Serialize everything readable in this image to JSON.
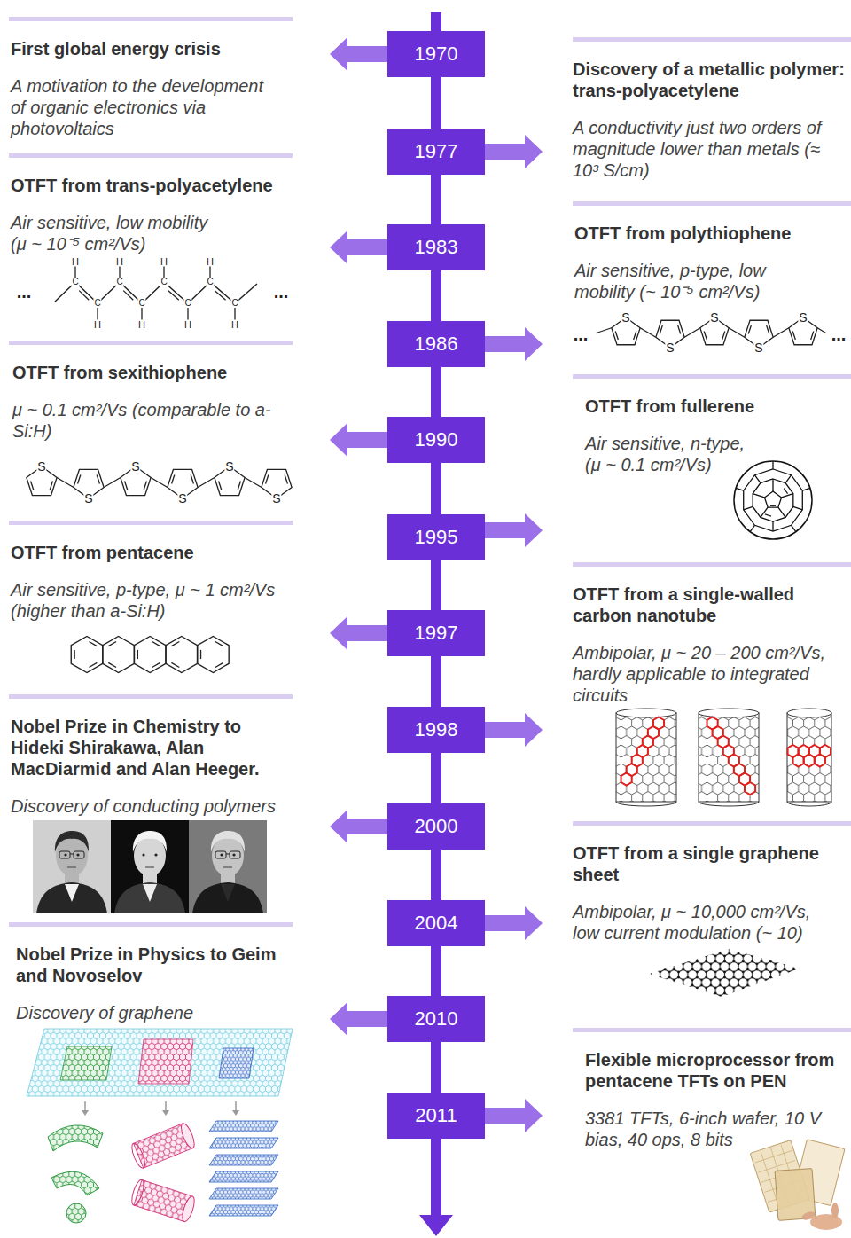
{
  "diagram": {
    "nodes": [
      {
        "text": [
          "1970"
        ]
      },
      {
        "text": [
          "First global energy crisis",
          "A motivation to the development of organic electronics via photovoltaics"
        ]
      },
      {
        "text": [
          "1977"
        ]
      },
      {
        "text": [
          "Discovery of a metallic polymer: trans-polyacetylene",
          "A conductivity just two orders of magnitude lower than metals (≈ 10³ S/cm)"
        ]
      },
      {
        "text": [
          "1983"
        ]
      },
      {
        "text": [
          "OTFT from trans-polyacetylene",
          "Air sensitive, low mobility (μ ~ 10⁻⁵ cm²/Vs)"
        ]
      },
      {
        "text": [
          "1986"
        ]
      },
      {
        "text": [
          "OTFT from polythiophene",
          "Air sensitive, p-type, low mobility (~ 10⁻⁵ cm²/Vs)"
        ]
      },
      {
        "text": [
          "1990"
        ]
      },
      {
        "text": [
          "OTFT from sexithiophene",
          "μ ~ 0.1 cm²/Vs (comparable to a-Si:H)"
        ]
      },
      {
        "text": [
          "1995"
        ]
      },
      {
        "text": [
          "OTFT from fullerene",
          "Air sensitive, n-type, (μ ~ 0.1 cm²/Vs)"
        ]
      },
      {
        "text": [
          "1997"
        ]
      },
      {
        "text": [
          "OTFT from pentacene",
          "Air sensitive, p-type, μ ~ 1 cm²/Vs (higher than a-Si:H)"
        ]
      },
      {
        "text": [
          "1998"
        ]
      },
      {
        "text": [
          "OTFT from a single-walled carbon nanotube",
          "Ambipolar, μ ~ 20 – 200 cm²/Vs, hardly applicable to integrated circuits"
        ]
      },
      {
        "text": [
          "2000"
        ]
      },
      {
        "text": [
          "Nobel Prize in Chemistry to Hideki Shirakawa, Alan MacDiarmid and Alan Heeger.",
          "Discovery of conducting polymers"
        ]
      },
      {
        "text": [
          "2004"
        ]
      },
      {
        "text": [
          "OTFT from a single graphene sheet",
          "Ambipolar, μ ~ 10,000 cm²/Vs, low current modulation (~ 10)"
        ]
      },
      {
        "text": [
          "2010"
        ]
      },
      {
        "text": [
          "Nobel Prize in Physics to Geim and Novoselov",
          "Discovery of graphene"
        ]
      },
      {
        "text": [
          "2011"
        ]
      },
      {
        "text": [
          "Flexible microprocessor from pentacene TFTs on PEN",
          "3381 TFTs, 6-inch wafer, 10 V bias, 40 ops, 8 bits"
        ]
      }
    ],
    "edges": [
      {
        "from": 0,
        "to": 1,
        "arrow": "to"
      },
      {
        "from": 2,
        "to": 3,
        "arrow": "to"
      },
      {
        "from": 4,
        "to": 5,
        "arrow": "to"
      },
      {
        "from": 6,
        "to": 7,
        "arrow": "to"
      },
      {
        "from": 8,
        "to": 9,
        "arrow": "to"
      },
      {
        "from": 10,
        "to": 11,
        "arrow": "to"
      },
      {
        "from": 12,
        "to": 13,
        "arrow": "to"
      },
      {
        "from": 14,
        "to": 15,
        "arrow": "to"
      },
      {
        "from": 16,
        "to": 17,
        "arrow": "to"
      },
      {
        "from": 18,
        "to": 19,
        "arrow": "to"
      },
      {
        "from": 20,
        "to": 21,
        "arrow": "to"
      },
      {
        "from": 22,
        "to": 23,
        "arrow": "to"
      }
    ],
    "labels": [
      "H",
      "H",
      "H",
      "H",
      "...",
      "C",
      "C",
      "C",
      "C",
      "C",
      "C",
      "C",
      "C",
      "...",
      "H",
      "H",
      "H",
      "H",
      "...",
      "S",
      "S",
      "S",
      "S",
      "S",
      "...",
      "S",
      "S",
      "S",
      "S",
      "S",
      "S"
    ]
  }
}
